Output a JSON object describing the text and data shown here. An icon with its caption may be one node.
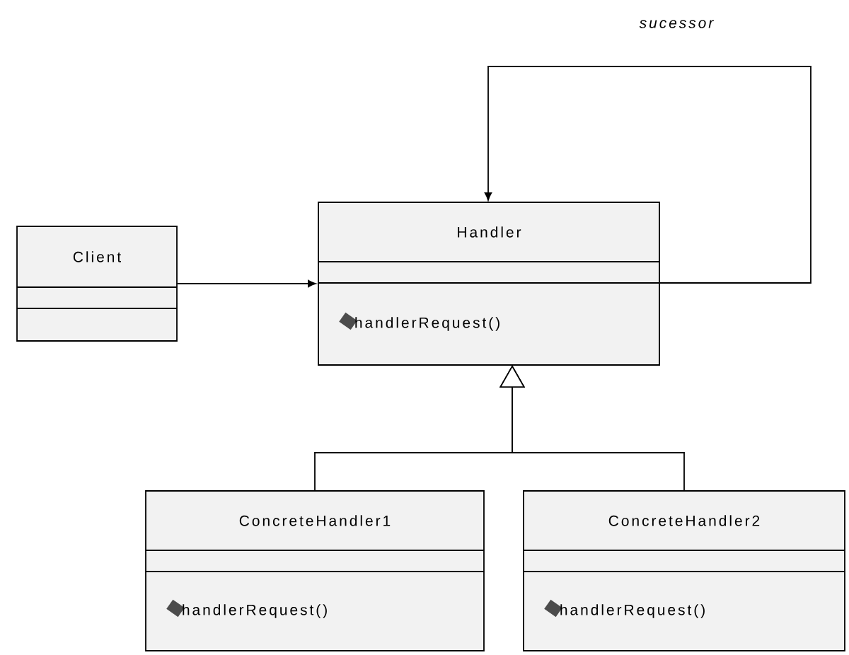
{
  "diagram": {
    "nodes": [
      {
        "text": [
          "Client"
        ]
      },
      {
        "text": [
          "Handler",
          "handlerRequest()"
        ]
      },
      {
        "text": [
          "ConcreteHandler1",
          "handlerRequest()"
        ]
      },
      {
        "text": [
          "ConcreteHandler2",
          "handlerRequest()"
        ]
      }
    ],
    "edges": [
      {
        "from": 0,
        "to": 1,
        "arrow": "to"
      },
      {
        "from": 1,
        "to": 1,
        "arrow": "to",
        "label": "sucessor"
      },
      {
        "from": 2,
        "to": 1,
        "arrow": "to"
      },
      {
        "from": 3,
        "to": 1,
        "arrow": "to"
      }
    ]
  }
}
